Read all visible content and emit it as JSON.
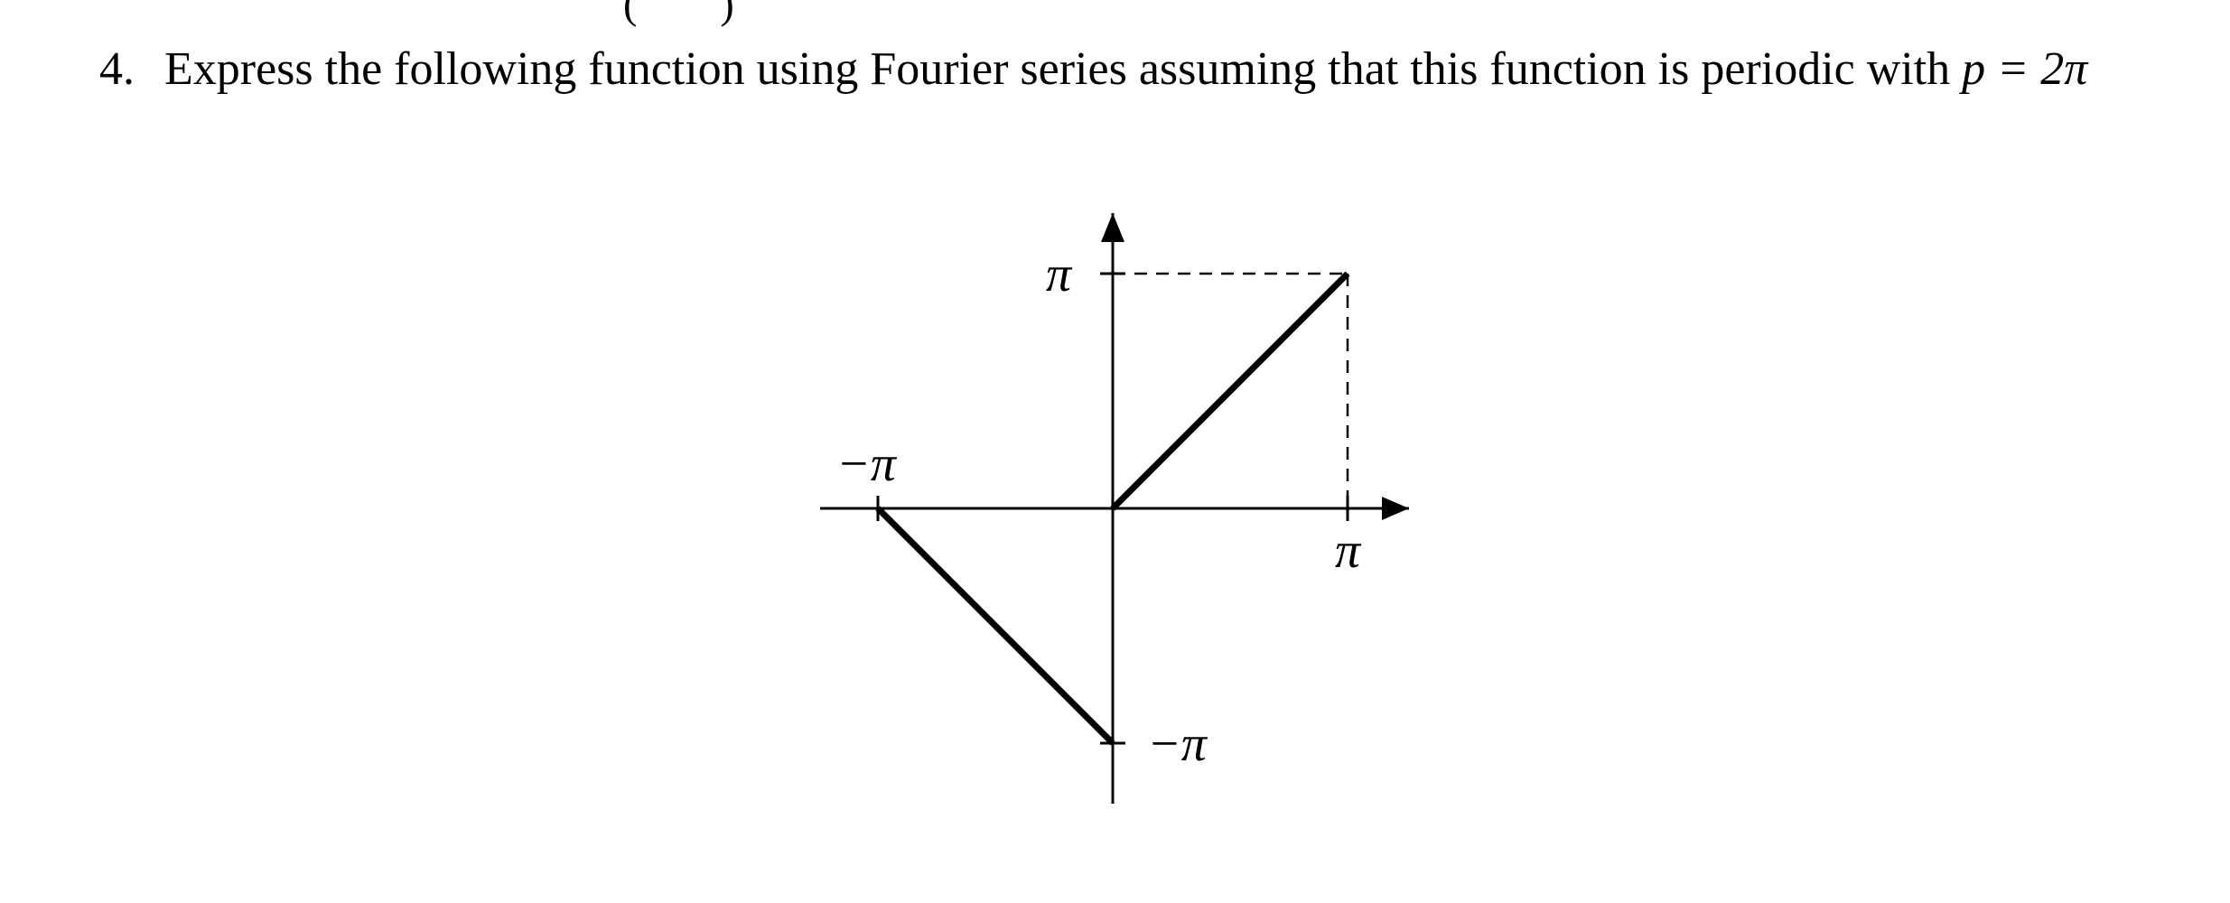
{
  "problem": {
    "number": "4.",
    "text_before": "Express the following function using Fourier series assuming that this function is periodic with ",
    "equation": "p = 2π"
  },
  "figure": {
    "labels": {
      "y_top": "π",
      "y_bottom": "−π",
      "x_left": "−π",
      "x_right": "π"
    }
  },
  "chart_data": {
    "type": "line",
    "title": "",
    "xlabel": "",
    "ylabel": "",
    "xlim": [
      -3.1416,
      3.1416
    ],
    "ylim": [
      -3.1416,
      3.1416
    ],
    "tick_labels": {
      "x": [
        "−π",
        "π"
      ],
      "y": [
        "π",
        "−π"
      ]
    },
    "series": [
      {
        "x": [
          -3.1416,
          0
        ],
        "y": [
          0,
          -3.1416
        ]
      },
      {
        "x": [
          0,
          3.1416
        ],
        "y": [
          0,
          3.1416
        ]
      }
    ],
    "guides": [
      {
        "style": "dashed",
        "x": [
          0,
          3.1416
        ],
        "y": [
          3.1416,
          3.1416
        ]
      },
      {
        "style": "dashed",
        "x": [
          3.1416,
          3.1416
        ],
        "y": [
          3.1416,
          0
        ]
      }
    ],
    "grid": false
  }
}
